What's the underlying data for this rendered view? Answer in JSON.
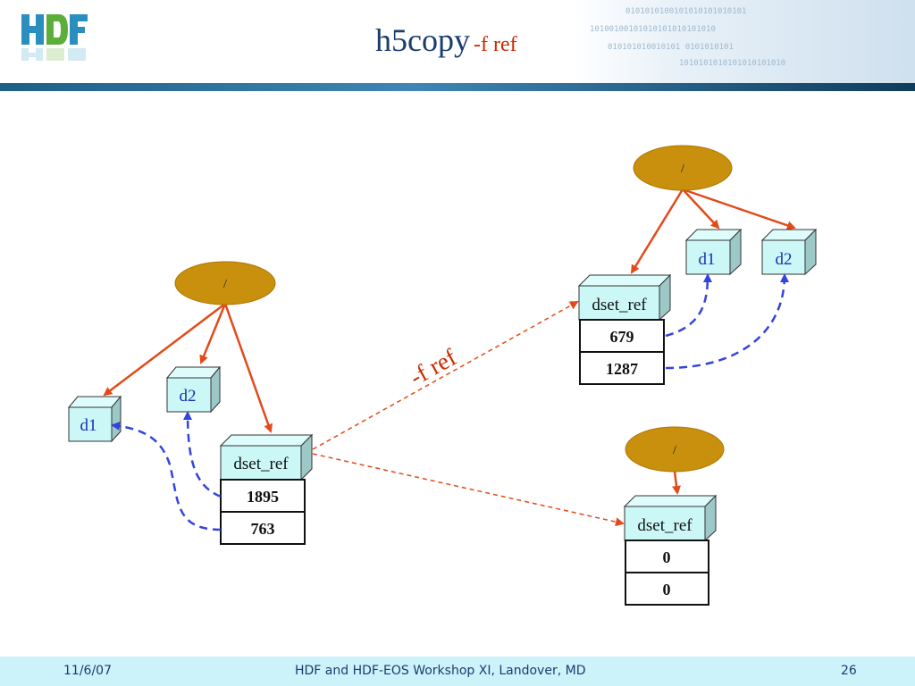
{
  "title": {
    "main": "h5copy",
    "flag": "-f ref"
  },
  "copy_label": "-f ref",
  "footer": {
    "date": "11/6/07",
    "center": "HDF and HDF-EOS Workshop XI, Landover, MD",
    "page": "26"
  },
  "banner_binary": [
    "0101010100101010101010101",
    "10100100101010101010101010",
    "010101010010101 0101010101",
    "1010101010101010101010"
  ],
  "source_tree": {
    "root": "/",
    "d1": "d1",
    "d2": "d2",
    "dset": "dset_ref",
    "cells": [
      "1895",
      "763"
    ]
  },
  "dest_tree_1": {
    "root": "/",
    "d1": "d1",
    "d2": "d2",
    "dset": "dset_ref",
    "cells": [
      "679",
      "1287"
    ]
  },
  "dest_tree_2": {
    "root": "/",
    "dset": "dset_ref",
    "cells": [
      "0",
      "0"
    ]
  },
  "colors": {
    "group_fill": "#c8900d",
    "dataset_fill": "#ccf7f7",
    "edge": "#e34a1a",
    "reference": "#3344dd",
    "title": "#1a3d6e",
    "footer_bg": "#ccf2fa"
  }
}
